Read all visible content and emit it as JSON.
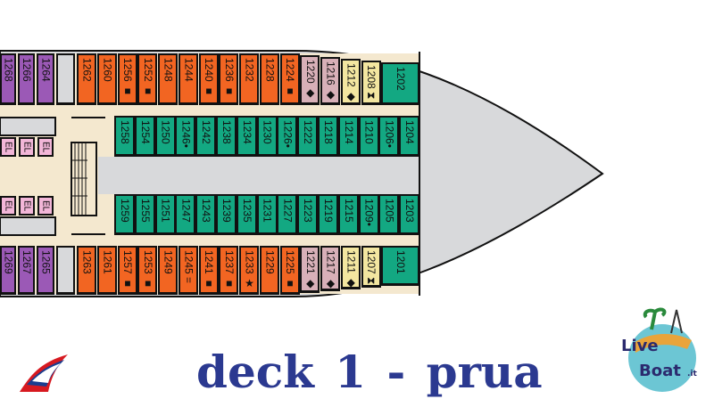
{
  "title": "deck 1 - prua",
  "colors": {
    "purple": "#9b59b6",
    "orange": "#f26522",
    "pink": "#d8b0b8",
    "yellow": "#f3e6a0",
    "green": "#13a882",
    "gray": "#d8d9db",
    "cream": "#f4e8cf",
    "el": "#f2b6d8",
    "title": "#2b3990"
  },
  "rows": {
    "top_outer": [
      {
        "n": "1268",
        "c": "purple"
      },
      {
        "n": "1266",
        "c": "purple"
      },
      {
        "n": "1264",
        "c": "purple"
      },
      {
        "n": "",
        "c": "gray"
      },
      {
        "n": "1262",
        "c": "orange"
      },
      {
        "n": "1260",
        "c": "orange"
      },
      {
        "n": "1256 ■",
        "c": "orange"
      },
      {
        "n": "1252 ■",
        "c": "orange"
      },
      {
        "n": "1248",
        "c": "orange"
      },
      {
        "n": "1244",
        "c": "orange"
      },
      {
        "n": "1240 ■",
        "c": "orange"
      },
      {
        "n": "1236 ■",
        "c": "orange"
      },
      {
        "n": "1232",
        "c": "orange"
      },
      {
        "n": "1228",
        "c": "orange"
      },
      {
        "n": "1224 ■",
        "c": "orange"
      },
      {
        "n": "1220 ◆",
        "c": "pink"
      },
      {
        "n": "1216 ◆",
        "c": "pink"
      },
      {
        "n": "1212 ◆",
        "c": "yellow"
      },
      {
        "n": "1208 ⧗",
        "c": "yellow"
      },
      {
        "n": "1202",
        "c": "green"
      }
    ],
    "top_inner": [
      "1258",
      "1254",
      "1250",
      "1246•",
      "1242",
      "1238",
      "1234",
      "1230",
      "1226•",
      "1222",
      "1218",
      "1214",
      "1210",
      "1206•",
      "1204"
    ],
    "bottom_inner": [
      "1259",
      "1255",
      "1251",
      "1247",
      "1243",
      "1239",
      "1235",
      "1231",
      "1227",
      "1223",
      "1219",
      "1215",
      "1209•",
      "1205",
      "1203"
    ],
    "bottom_outer": [
      {
        "n": "1269",
        "c": "purple"
      },
      {
        "n": "1267",
        "c": "purple"
      },
      {
        "n": "1265",
        "c": "purple"
      },
      {
        "n": "",
        "c": "gray"
      },
      {
        "n": "1263",
        "c": "orange"
      },
      {
        "n": "1261",
        "c": "orange"
      },
      {
        "n": "1257 ■",
        "c": "orange"
      },
      {
        "n": "1253 ■",
        "c": "orange"
      },
      {
        "n": "1249",
        "c": "orange"
      },
      {
        "n": "1245 =",
        "c": "orange"
      },
      {
        "n": "1241 ■",
        "c": "orange"
      },
      {
        "n": "1237 ■",
        "c": "orange"
      },
      {
        "n": "1233 ★",
        "c": "orange"
      },
      {
        "n": "1229",
        "c": "orange"
      },
      {
        "n": "1225 ■",
        "c": "orange"
      },
      {
        "n": "1221 ◆",
        "c": "pink"
      },
      {
        "n": "1217 ◆",
        "c": "pink"
      },
      {
        "n": "1211 ◆",
        "c": "yellow"
      },
      {
        "n": "1207 ⧗",
        "c": "yellow"
      },
      {
        "n": "1201",
        "c": "green"
      }
    ]
  },
  "elevator_label": "EL",
  "logos": {
    "carnival": "Carnival",
    "liveboat": "LiveBoat.it"
  }
}
